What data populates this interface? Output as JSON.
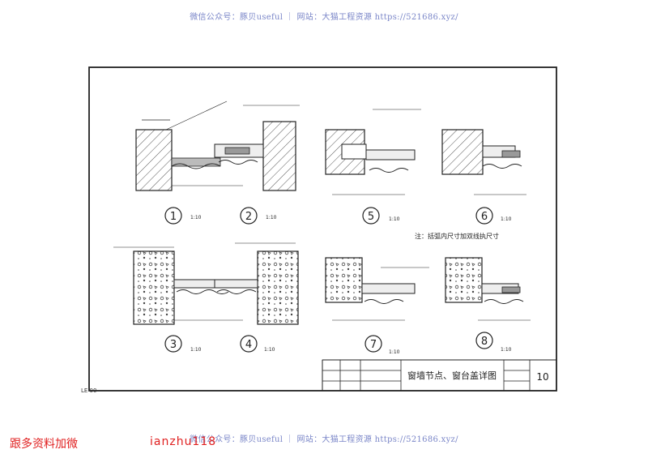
{
  "watermark": {
    "top": "微信公众号：豚贝useful ｜ 网站：大猫工程资源 https://521686.xyz/",
    "bottom": "微信公众号：豚贝useful ｜ 网站：大猫工程资源 https://521686.xyz/"
  },
  "promo": {
    "left": "跟多资料加微",
    "right": "ianzhu118"
  },
  "drawing": {
    "detail_numbers": [
      "1",
      "2",
      "3",
      "4",
      "5",
      "6",
      "7",
      "8"
    ],
    "scale_labels": [
      "1:10",
      "1:10",
      "1:10",
      "1:10",
      "1:10",
      "1:10",
      "1:10",
      "1:10"
    ],
    "note": "注：括弧内尺寸加双线执尺寸",
    "title": "窗墙节点、窗台盖详图",
    "page_number": "10",
    "corner_code": "LE 00"
  },
  "colors": {
    "watermark": "#7a86c8",
    "promo": "#e02020",
    "linework": "#2a2a2a"
  }
}
